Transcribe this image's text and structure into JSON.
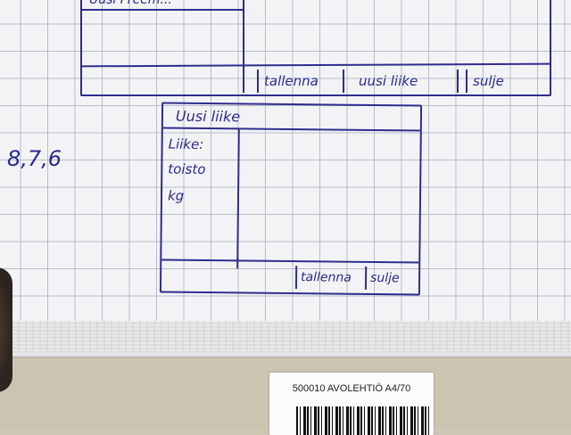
{
  "sketch_top": {
    "title": "Uusi Freem...",
    "buttons": [
      "tallenna",
      "uusi liike",
      "sulje"
    ]
  },
  "sketch_new_move": {
    "title": "Uusi liike",
    "fields": [
      "Liike:",
      "toisto",
      "kg"
    ],
    "buttons": [
      "tallenna",
      "sulje"
    ]
  },
  "margin_note": "8,7,6",
  "label": {
    "text": "500010 AVOLEHTIÖ A4/70"
  },
  "colors": {
    "ink": "#2f2d8c",
    "paper": "#f3f3f5",
    "grid": "#b7bcc8",
    "cardboard": "#cbc4b1"
  }
}
